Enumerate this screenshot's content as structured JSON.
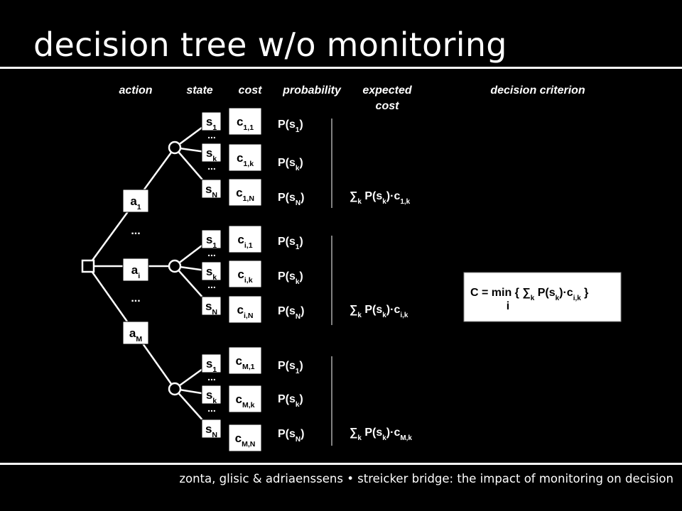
{
  "title": "decision tree w/o monitoring",
  "footer": "zonta, glisic & adriaenssens • streicker bridge: the impact of monitoring on decision",
  "headers": {
    "action": "action",
    "state": "state",
    "cost": "cost",
    "probability": "probability",
    "expected_line1": "expected",
    "expected_line2": "cost",
    "criterion": "decision criterion"
  },
  "actions": [
    {
      "base": "a",
      "sub": "1"
    },
    {
      "base": "a",
      "sub": "i"
    },
    {
      "base": "a",
      "sub": "M"
    }
  ],
  "dots": "...",
  "states": [
    {
      "base": "s",
      "sub": "1"
    },
    {
      "base": "s",
      "sub": "k"
    },
    {
      "base": "s",
      "sub": "N"
    }
  ],
  "costs": [
    [
      {
        "base": "c",
        "sub": "1,1"
      },
      {
        "base": "c",
        "sub": "1,k"
      },
      {
        "base": "c",
        "sub": "1,N"
      }
    ],
    [
      {
        "base": "c",
        "sub": "i,1"
      },
      {
        "base": "c",
        "sub": "i,k"
      },
      {
        "base": "c",
        "sub": "i,N"
      }
    ],
    [
      {
        "base": "c",
        "sub": "M,1"
      },
      {
        "base": "c",
        "sub": "M,k"
      },
      {
        "base": "c",
        "sub": "M,N"
      }
    ]
  ],
  "probabilities": [
    {
      "pre": "P(s",
      "sub": "1",
      "post": ")"
    },
    {
      "pre": "P(s",
      "sub": "k",
      "post": ")"
    },
    {
      "pre": "P(s",
      "sub": "N",
      "post": ")"
    }
  ],
  "expected_costs": [
    {
      "sum": "∑",
      "ksub": "k",
      "mid": " P(s",
      "sub1": "k",
      "mid2": ")·c",
      "sub2": "1,k"
    },
    {
      "sum": "∑",
      "ksub": "k",
      "mid": " P(s",
      "sub1": "k",
      "mid2": ")·c",
      "sub2": "i,k"
    },
    {
      "sum": "∑",
      "ksub": "k",
      "mid": " P(s",
      "sub1": "k",
      "mid2": ")·c",
      "sub2": "M,k"
    }
  ],
  "criterion": {
    "pre": "C = min { ",
    "sum": "∑",
    "ksub": "k",
    "mid": " P(s",
    "sub1": "k",
    "mid2": ")·c",
    "sub2": "i,k",
    "post": " }",
    "under": "i"
  }
}
